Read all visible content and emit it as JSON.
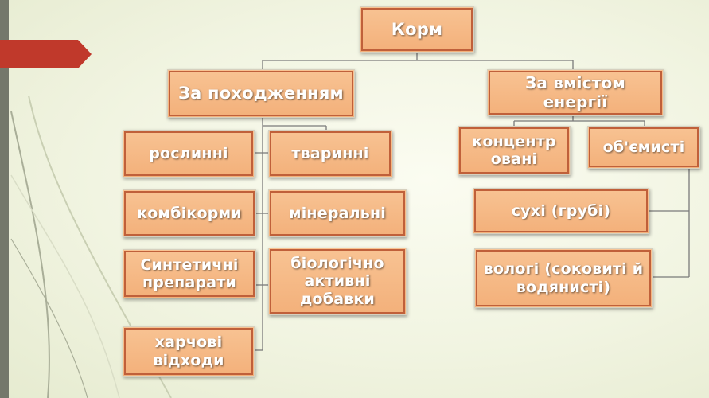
{
  "theme": {
    "box_fill": "#f5b883",
    "box_border": "#c0603a",
    "text_color": "#ffffff",
    "line_color": "#7a7a7a",
    "marker_color": "#c0392b"
  },
  "diagram": {
    "root": "Корм",
    "branch_origin": "За походженням",
    "branch_energy": "За вмістом енергії",
    "origin": {
      "plant": "рослинні",
      "animal": "тваринні",
      "compound_feed": "комбікорми",
      "mineral": "мінеральні",
      "synthetic": "Синтетичні препарати",
      "bioactive": "біологічно активні добавки",
      "food_waste": "харчові відходи"
    },
    "energy": {
      "concentrated": "концентр овані",
      "bulky": "об'ємисті",
      "dry": "сухі (грубі)",
      "wet": "вологі (соковиті й водянисті)"
    }
  }
}
